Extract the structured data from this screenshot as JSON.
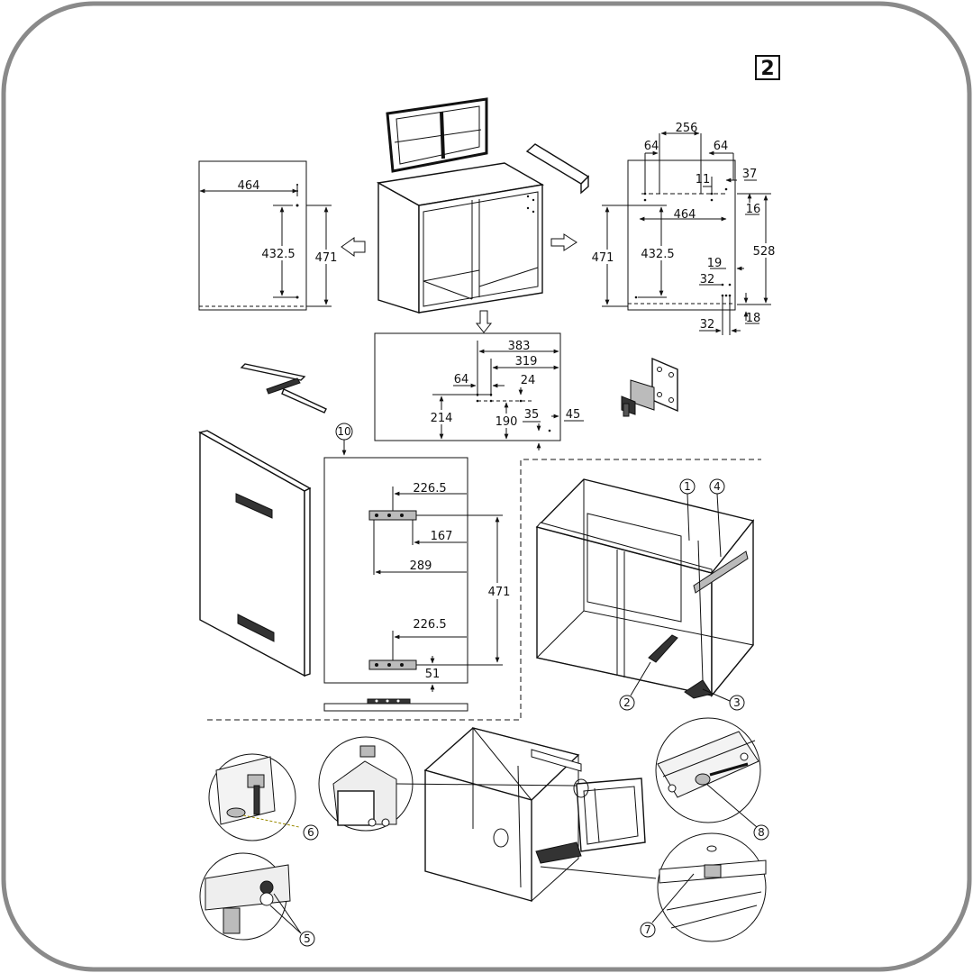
{
  "step_number": "2",
  "callouts": [
    "1",
    "2",
    "3",
    "4",
    "5",
    "6",
    "7",
    "8",
    "10"
  ],
  "left_side_panel": {
    "d_width": "464",
    "d_hole": "432.5",
    "d_height": "471"
  },
  "right_side_panel": {
    "d_top": "256",
    "d_left_64": "64",
    "d_right_64": "64",
    "d_11": "11",
    "d_37": "37",
    "d_16": "16",
    "d_464": "464",
    "d_471": "471",
    "d_432": "432.5",
    "d_528": "528",
    "d_19": "19",
    "d_32a": "32",
    "d_32b": "32",
    "d_18": "18"
  },
  "bottom_panel": {
    "d_383": "383",
    "d_319": "319",
    "d_64": "64",
    "d_24": "24",
    "d_214": "214",
    "d_190": "190",
    "d_35": "35",
    "d_45": "45"
  },
  "door_panel": {
    "d_226a": "226.5",
    "d_167": "167",
    "d_289": "289",
    "d_471": "471",
    "d_226b": "226.5",
    "d_51": "51"
  }
}
